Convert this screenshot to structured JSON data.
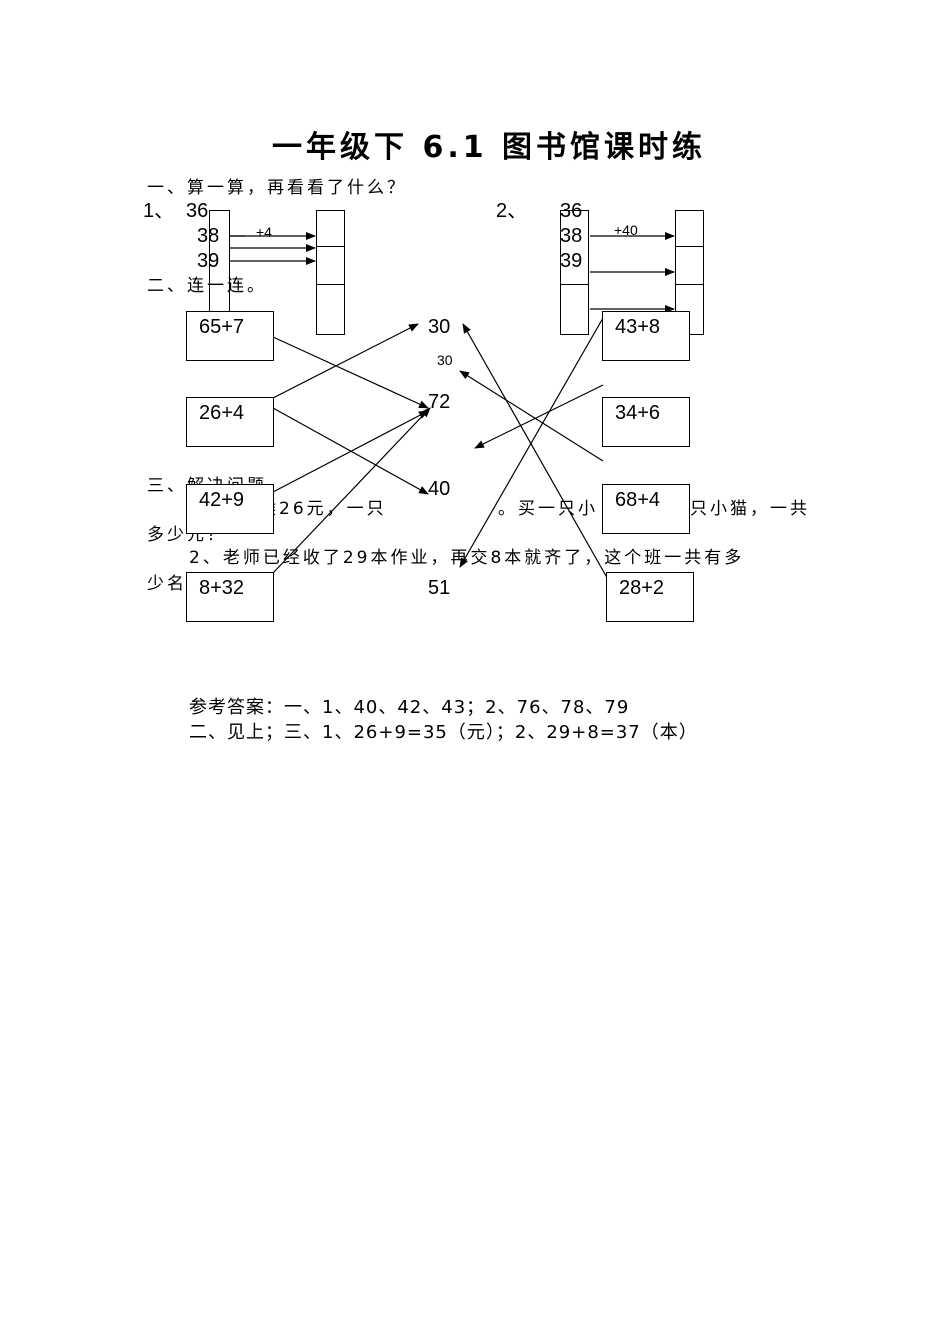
{
  "title": "一年级下 6.1 图书馆课时练",
  "section1": {
    "heading": "一、算一算，再看看了什么？",
    "p1": {
      "label": "1、",
      "nums": [
        "36",
        "38",
        "39"
      ],
      "op": "+4"
    },
    "p2": {
      "label": "2、",
      "nums": [
        "36",
        "38",
        "39"
      ],
      "op": "+40"
    }
  },
  "section2": {
    "heading": "二、连一连。",
    "left_boxes": [
      "65+7",
      "26+4",
      "42+9",
      "8+32"
    ],
    "right_boxes": [
      "43+8",
      "34+6",
      "68+4",
      "28+2"
    ],
    "center_values": [
      "30",
      "30",
      "72",
      "40",
      "51"
    ]
  },
  "section3": {
    "heading": "三、解决问题。",
    "q1_a": "猴26元，一只",
    "q1_b": "。买一只小",
    "q1_c": "只小猫，一共",
    "q1_d": "多少元？",
    "q2_a": "2、老师已经收了29本作业，再交8本就齐了，这个班一共有多",
    "q2_b": "少名"
  },
  "answers": {
    "line1": "参考答案：一、1、40、42、43；2、76、78、79",
    "line2": "二、见上；三、1、26+9=35（元）；2、29+8=37（本）"
  }
}
